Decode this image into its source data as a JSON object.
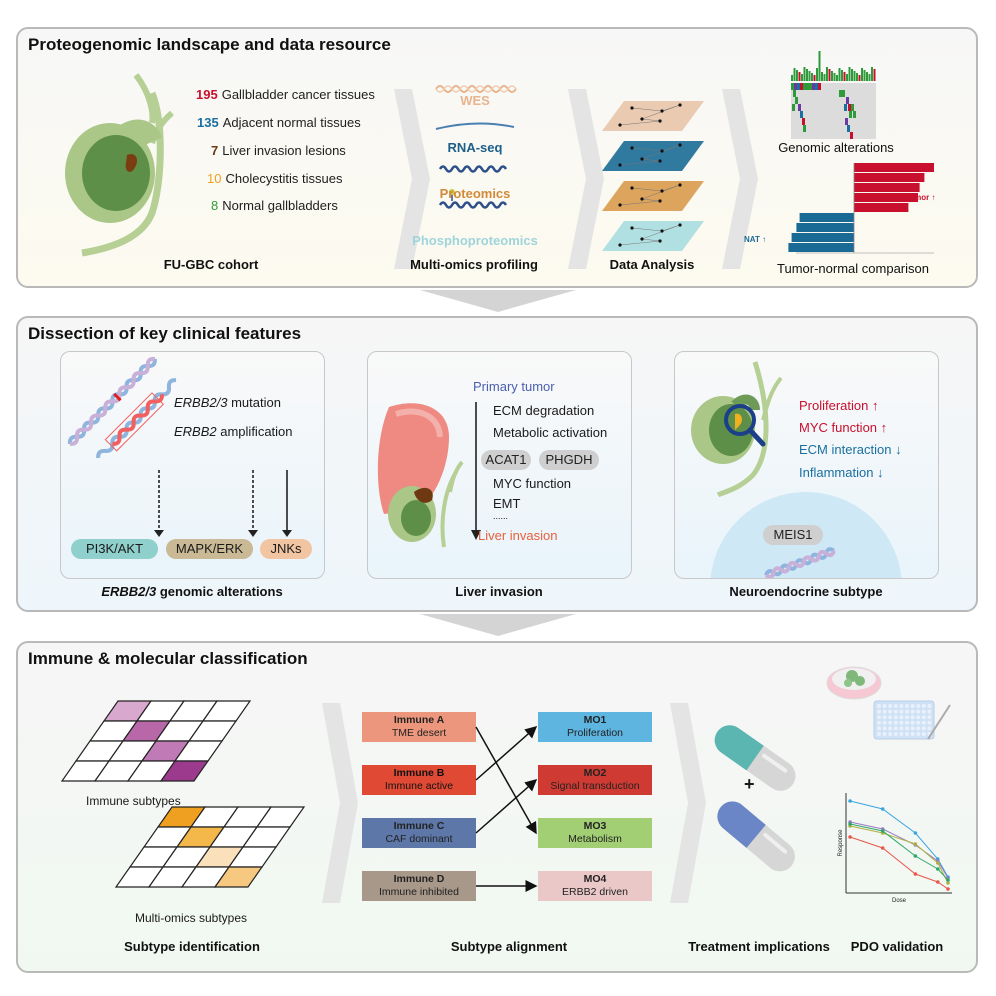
{
  "panels": {
    "landscape": {
      "title": "Proteogenomic landscape and data resource",
      "cohort": {
        "caption": "FU-GBC cohort",
        "lines": [
          {
            "count": "195",
            "label": "Gallbladder cancer tissues",
            "color": "#c8102e"
          },
          {
            "count": "135",
            "label": "Adjacent normal tissues",
            "color": "#1a6fa0"
          },
          {
            "count": "7",
            "label": "Liver invasion lesions",
            "color": "#6b3a1a"
          },
          {
            "count": "10",
            "label": "Cholecystitis tissues",
            "color": "#f0a020"
          },
          {
            "count": "8",
            "label": "Normal gallbladders",
            "color": "#2e9a3a"
          }
        ]
      },
      "omics": {
        "caption": "Multi-omics profiling",
        "items": [
          {
            "label": "WES",
            "color": "#e8b48e"
          },
          {
            "label": "RNA-seq",
            "color": "#1d5f8a"
          },
          {
            "label": "Proteomics",
            "color": "#d28a3a"
          },
          {
            "label": "Phosphoproteomics",
            "color": "#9fd4da"
          }
        ]
      },
      "analysis": {
        "caption": "Data Analysis",
        "layer_colors": [
          "#e8c4a8",
          "#1a6a96",
          "#d89a4c",
          "#a8dde0"
        ]
      },
      "genomic": {
        "caption": "Genomic alterations"
      },
      "comparison": {
        "caption": "Tumor-normal comparison",
        "tumor_label": "Tumor",
        "nat_label": "NAT",
        "tumor_color": "#c8102e",
        "nat_color": "#1a6a96",
        "tumor_values": [
          1.0,
          0.88,
          0.82,
          0.8,
          0.68
        ],
        "nat_values": [
          0.68,
          0.72,
          0.78,
          0.82
        ]
      }
    },
    "clinical": {
      "title": "Dissection of key clinical features",
      "erbb": {
        "caption_italic": "ERBB2/3",
        "caption_rest": " genomic alterations",
        "mutation_italic": "ERBB2/3",
        "mutation_rest": " mutation",
        "amp_italic": "ERBB2",
        "amp_rest": " amplification",
        "pathways": [
          {
            "label": "PI3K/AKT",
            "color": "#8fcfcc"
          },
          {
            "label": "MAPK/ERK",
            "color": "#c9b995"
          },
          {
            "label": "JNKs",
            "color": "#f2c5a2"
          }
        ]
      },
      "liver": {
        "caption": "Liver invasion",
        "start": "Primary tumor",
        "end": "Liver invasion",
        "items_top": [
          "ECM degradation",
          "Metabolic activation"
        ],
        "genes": [
          "ACAT1",
          "PHGDH"
        ],
        "items_bottom": [
          "MYC function",
          "EMT",
          "......"
        ]
      },
      "neuro": {
        "caption": "Neuroendocrine subtype",
        "features": [
          {
            "label": "Proliferation",
            "dir": "up",
            "color": "#c8102e"
          },
          {
            "label": "MYC function",
            "dir": "up",
            "color": "#c8102e"
          },
          {
            "label": "ECM interaction",
            "dir": "down",
            "color": "#1a6fa0"
          },
          {
            "label": "Inflammation",
            "dir": "down",
            "color": "#1a6fa0"
          }
        ],
        "gene": "MEIS1"
      }
    },
    "classification": {
      "title": "Immune & molecular classification",
      "identification": {
        "caption": "Subtype identification",
        "immune_label": "Immune subtypes",
        "multiomics_label": "Multi-omics subtypes"
      },
      "alignment": {
        "caption": "Subtype alignment",
        "immune": [
          {
            "name": "Immune A",
            "desc": "TME desert",
            "color": "#ec977d"
          },
          {
            "name": "Immune B",
            "desc": "Immune active",
            "color": "#e04a34"
          },
          {
            "name": "Immune C",
            "desc": "CAF dominant",
            "color": "#5d77a8"
          },
          {
            "name": "Immune D",
            "desc": "Immune inhibited",
            "color": "#a8988a"
          }
        ],
        "mo": [
          {
            "name": "MO1",
            "desc": "Proliferation",
            "color": "#5db5e0"
          },
          {
            "name": "MO2",
            "desc": "Signal transduction",
            "color": "#cf3b32"
          },
          {
            "name": "MO3",
            "desc": "Metabolism",
            "color": "#a3cf74"
          },
          {
            "name": "MO4",
            "desc": "ERBB2 driven",
            "color": "#ebc8c8"
          }
        ],
        "links": [
          [
            0,
            2
          ],
          [
            1,
            0
          ],
          [
            2,
            1
          ],
          [
            3,
            3
          ]
        ]
      },
      "treatment": {
        "caption": "Treatment implications",
        "plus": "+"
      },
      "pdo": {
        "caption": "PDO validation",
        "chart": {
          "xlabel": "Dose",
          "ylabel": "Response",
          "series": [
            {
              "color": "#3aa6e0",
              "values": [
                0.92,
                0.84,
                0.6,
                0.34,
                0.16
              ]
            },
            {
              "color": "#9a7bc4",
              "values": [
                0.71,
                0.64,
                0.48,
                0.32,
                0.15
              ]
            },
            {
              "color": "#b0b040",
              "values": [
                0.67,
                0.6,
                0.49,
                0.3,
                0.1
              ]
            },
            {
              "color": "#2ea86a",
              "values": [
                0.69,
                0.62,
                0.37,
                0.24,
                0.13
              ]
            },
            {
              "color": "#e8574a",
              "values": [
                0.56,
                0.45,
                0.19,
                0.11,
                0.04
              ]
            }
          ]
        }
      }
    }
  }
}
